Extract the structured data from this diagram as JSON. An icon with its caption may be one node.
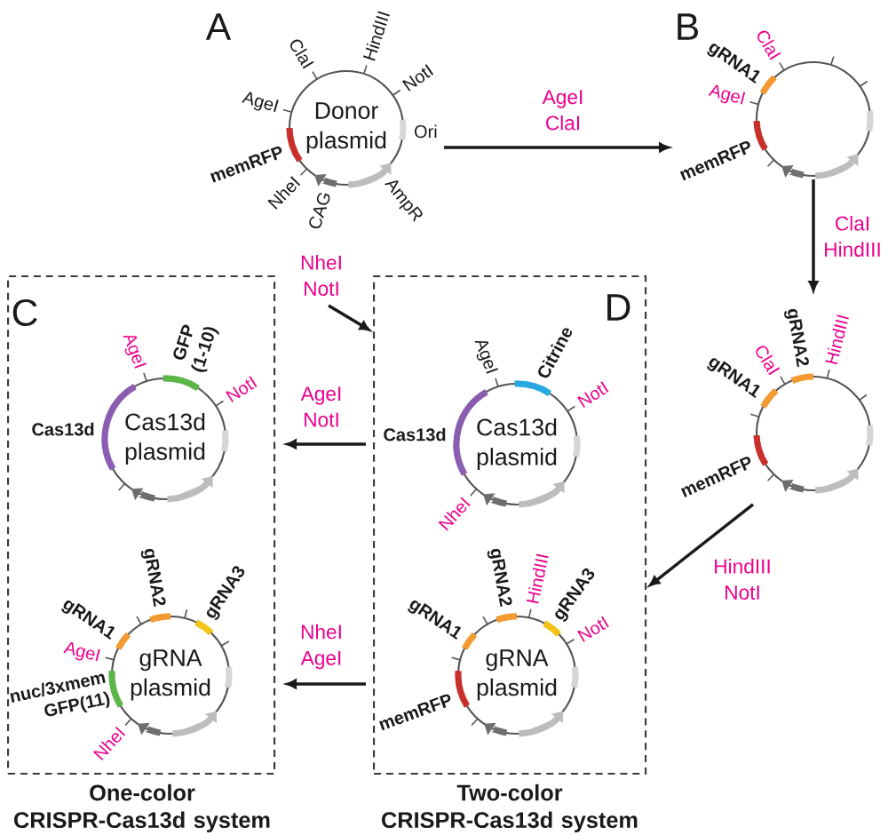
{
  "diagram": {
    "nodes": [
      {
        "text": [
          "Donor plasmid"
        ],
        "beside": [
          "ClaI",
          "HindIII",
          "NotI",
          "AgeI",
          "Ori",
          "memRFP",
          "AmpR",
          "NheI",
          "CAG"
        ]
      },
      {
        "text": [],
        "shape": "circle",
        "beside": [
          "ClaI",
          "gRNA1",
          "AgeI",
          "memRFP"
        ]
      },
      {
        "text": [
          "One-color CRISPR-Cas13d system"
        ]
      },
      {
        "text": [
          "Cas13d plasmid"
        ],
        "in": 2,
        "beside": [
          "AgeI",
          "GFP (1-10)",
          "NotI",
          "Cas13d"
        ]
      },
      {
        "text": [
          "gRNA plasmid"
        ],
        "in": 2,
        "beside": [
          "gRNA2",
          "gRNA1",
          "gRNA3",
          "AgeI",
          "nuc/3xmem GFP(11)",
          "NheI"
        ]
      },
      {
        "text": [
          "Two-color CRISPR-Cas13d system"
        ]
      },
      {
        "text": [
          "Cas13d plasmid"
        ],
        "in": 5,
        "beside": [
          "AgeI",
          "Citrine",
          "NotI",
          "Cas13d",
          "NheI"
        ]
      },
      {
        "text": [
          "gRNA plasmid"
        ],
        "in": 5,
        "beside": [
          "gRNA2",
          "HindIII",
          "gRNA1",
          "gRNA3",
          "NotI",
          "memRFP"
        ]
      },
      {
        "text": [],
        "shape": "circle",
        "beside": [
          "gRNA1",
          "ClaI",
          "gRNA2",
          "HindIII",
          "memRFP"
        ]
      }
    ],
    "edges": [
      {
        "from": 0,
        "to": 1,
        "arrow": "to",
        "label": "AgeI ClaI"
      },
      {
        "from": 1,
        "to": 8,
        "arrow": "to",
        "label": "ClaI HindIII"
      },
      {
        "from": 8,
        "to": 5,
        "arrow": "to",
        "label": "HindIII NotI"
      },
      {
        "from": null,
        "to": 5,
        "arrow": "to",
        "label": "NheI NotI"
      },
      {
        "from": 5,
        "to": 2,
        "arrow": "to",
        "label": "AgeI NotI"
      },
      {
        "from": 5,
        "to": 2,
        "arrow": "to",
        "label": "NheI AgeI"
      }
    ],
    "labels": [
      "A",
      "B",
      "C",
      "D"
    ]
  }
}
